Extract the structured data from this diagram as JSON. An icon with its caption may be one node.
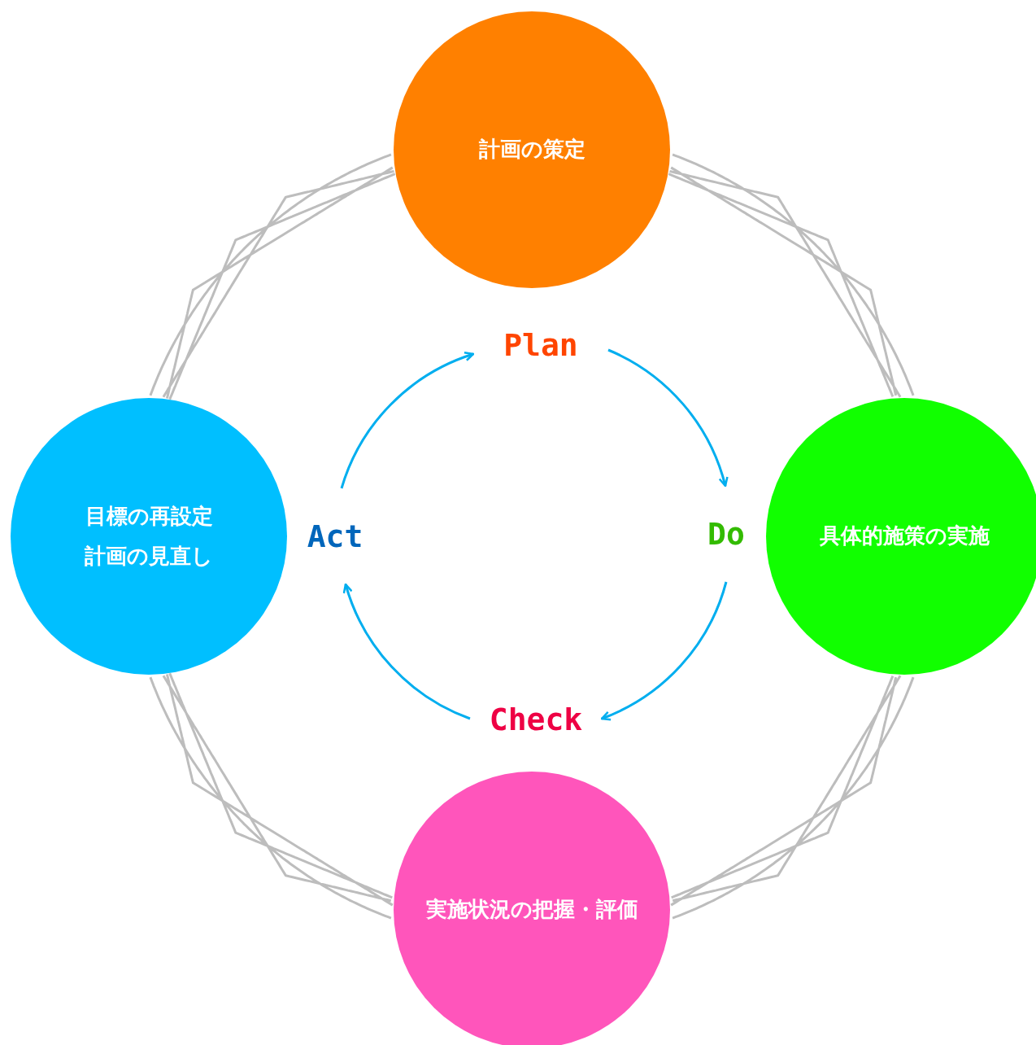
{
  "diagram": {
    "nodes": [
      {
        "text": [
          "計画の策定"
        ]
      },
      {
        "text": [
          "具体的施策の実施"
        ]
      },
      {
        "text": [
          "実施状況の把握・評価"
        ]
      },
      {
        "text": [
          "目標の再設定",
          "計画の見直し"
        ]
      },
      {
        "text": [
          "Plan"
        ]
      },
      {
        "text": [
          "Do"
        ]
      },
      {
        "text": [
          "Check"
        ]
      },
      {
        "text": [
          "Act"
        ]
      }
    ],
    "edges": [
      {
        "from": 4,
        "to": 5,
        "arrow": "to"
      },
      {
        "from": 5,
        "to": 6,
        "arrow": "to"
      },
      {
        "from": 6,
        "to": 7,
        "arrow": "to"
      },
      {
        "from": 7,
        "to": 4,
        "arrow": "to"
      },
      {
        "from": 0,
        "to": 1,
        "arrow": "none",
        "color": "#bdbdbd"
      },
      {
        "from": 1,
        "to": 2,
        "arrow": "none",
        "color": "#bdbdbd"
      },
      {
        "from": 2,
        "to": 3,
        "arrow": "none",
        "color": "#bdbdbd"
      },
      {
        "from": 3,
        "to": 0,
        "arrow": "none",
        "color": "#bdbdbd"
      }
    ]
  }
}
